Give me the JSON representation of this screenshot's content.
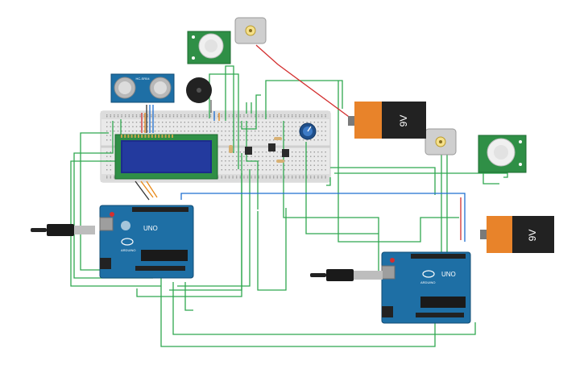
{
  "battery_left": {
    "label": "9V"
  },
  "battery_right": {
    "label": "9V"
  },
  "arduino_left": {
    "brand": "ARDUINO",
    "model": "UNO"
  },
  "arduino_right": {
    "brand": "ARDUINO",
    "model": "UNO"
  },
  "ultrasonic": {
    "label": "HC-SR04"
  },
  "colors": {
    "wire_green": "#2fa84f",
    "wire_red": "#d32f2f",
    "wire_blue": "#1f6fd1",
    "wire_orange": "#e88a1a",
    "arduino_blue": "#1e6fa5",
    "pcb_green": "#2f8f46",
    "lcd_screen": "#1c2c8c",
    "battery_orange": "#e8832a"
  },
  "icons": {
    "usb_cable_left": "usb-cable-icon",
    "usb_cable_right": "usb-cable-icon",
    "buzzer": "buzzer-icon",
    "potentiometer": "potentiometer-icon"
  }
}
